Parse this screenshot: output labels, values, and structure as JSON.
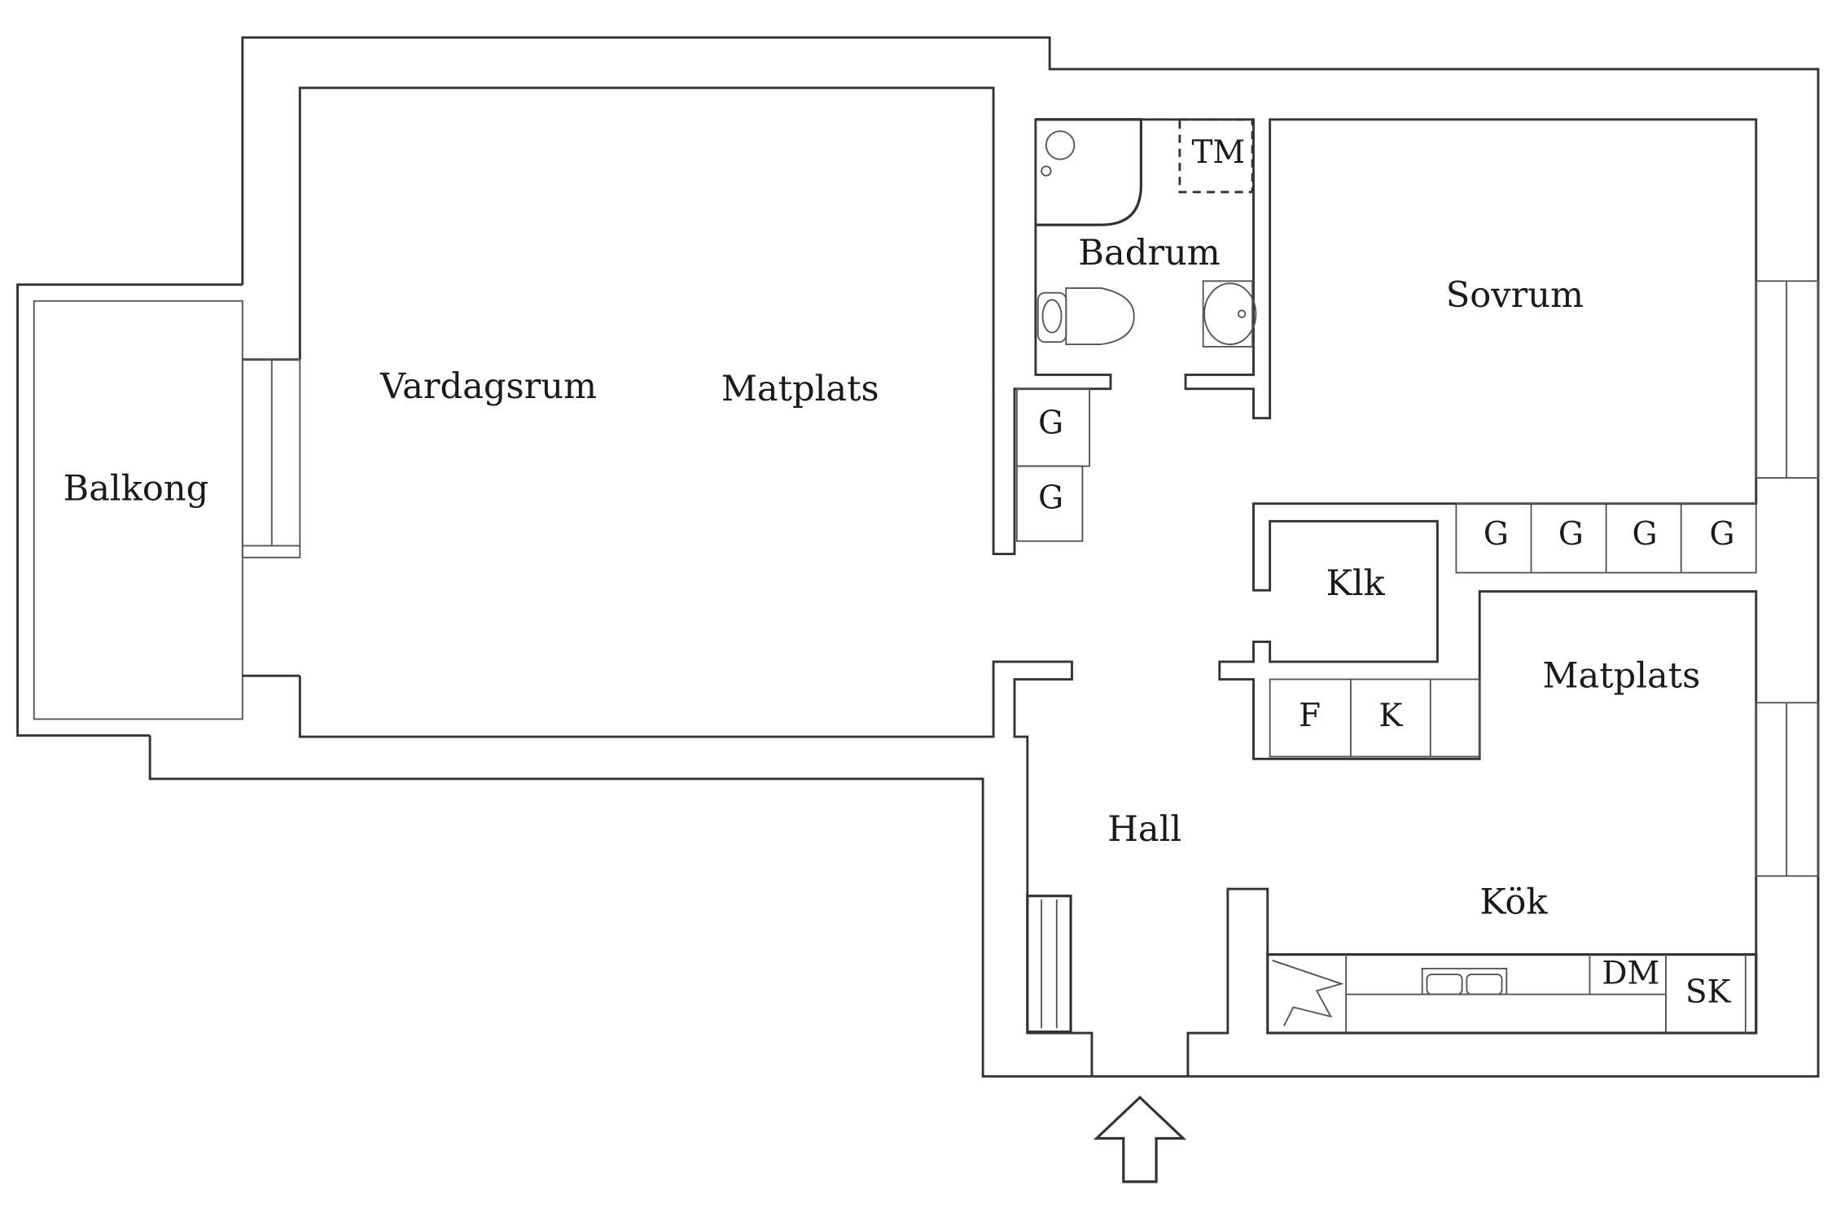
{
  "rooms": {
    "balkong": "Balkong",
    "vardagsrum": "Vardagsrum",
    "matplats_living": "Matplats",
    "badrum": "Badrum",
    "sovrum": "Sovrum",
    "klk": "Klk",
    "matplats_kitchen": "Matplats",
    "hall": "Hall",
    "kok": "Kök"
  },
  "fixtures": {
    "tm": "TM",
    "g_hall_1": "G",
    "g_hall_2": "G",
    "g_bed_1": "G",
    "g_bed_2": "G",
    "g_bed_3": "G",
    "g_bed_4": "G",
    "f": "F",
    "k": "K",
    "dm": "DM",
    "sk": "SK"
  },
  "entrance": "entrance-arrow-icon"
}
